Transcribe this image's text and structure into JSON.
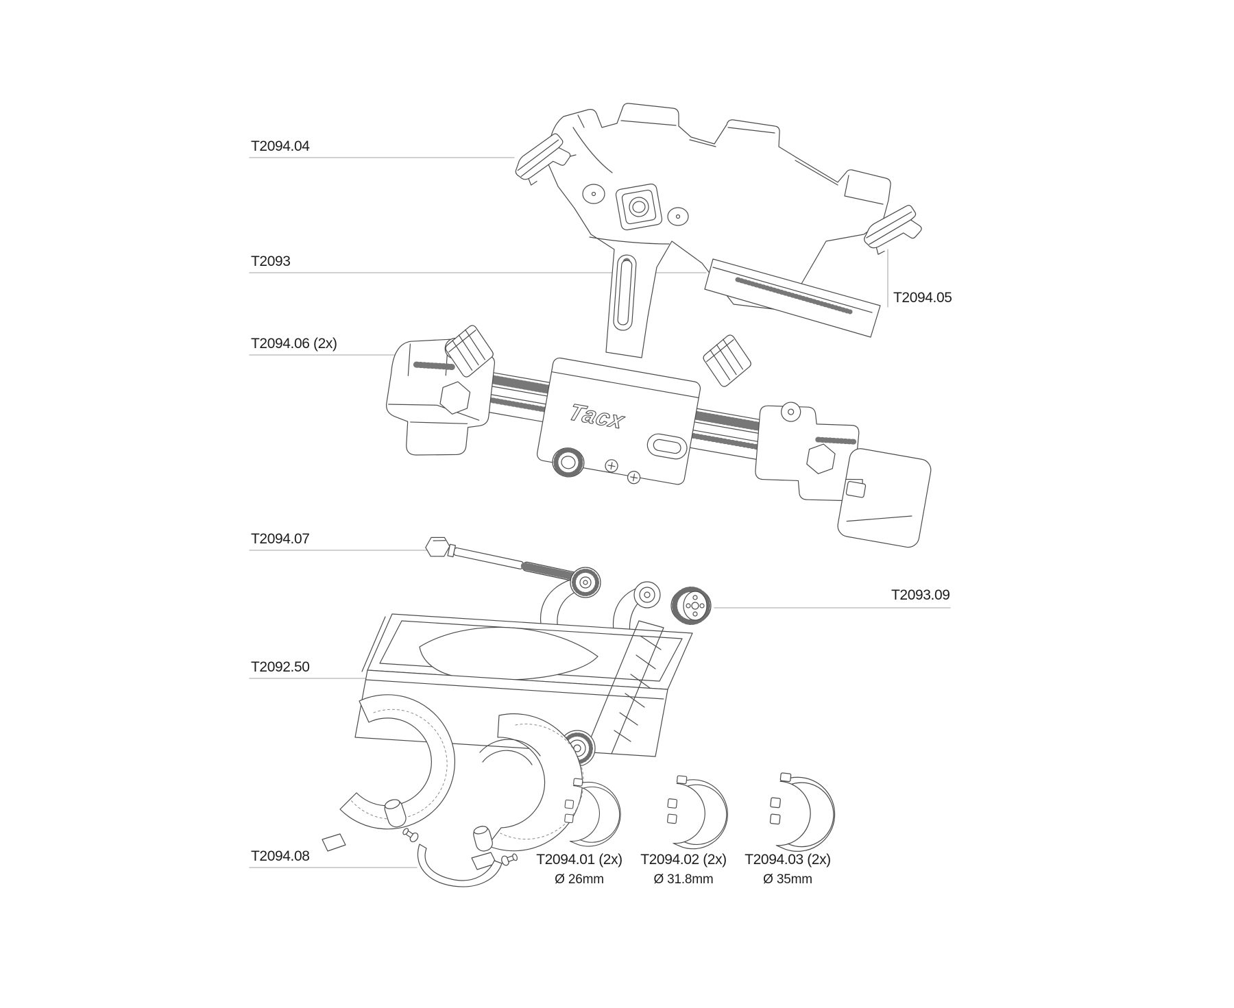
{
  "diagram": {
    "type": "exploded-parts-diagram",
    "product_brand": "Tacx",
    "callouts": {
      "c1": {
        "label": "T2094.04"
      },
      "c2": {
        "label": "T2093"
      },
      "c3": {
        "label": "T2094.06 (2x)"
      },
      "c4": {
        "label": "T2094.07"
      },
      "c5": {
        "label": "T2092.50"
      },
      "c6": {
        "label": "T2094.08"
      },
      "c7": {
        "label": "T2094.05"
      },
      "c8": {
        "label": "T2093.09"
      },
      "c9": {
        "label": "T2094.01 (2x)",
        "size": "Ø 26mm"
      },
      "c10": {
        "label": "T2094.02 (2x)",
        "size": "Ø 31.8mm"
      },
      "c11": {
        "label": "T2094.03 (2x)",
        "size": "Ø 35mm"
      }
    },
    "colors": {
      "background": "#ffffff",
      "line": "#4a4a4a",
      "leader": "#b5b5b5",
      "text": "#1c1c1c"
    }
  }
}
